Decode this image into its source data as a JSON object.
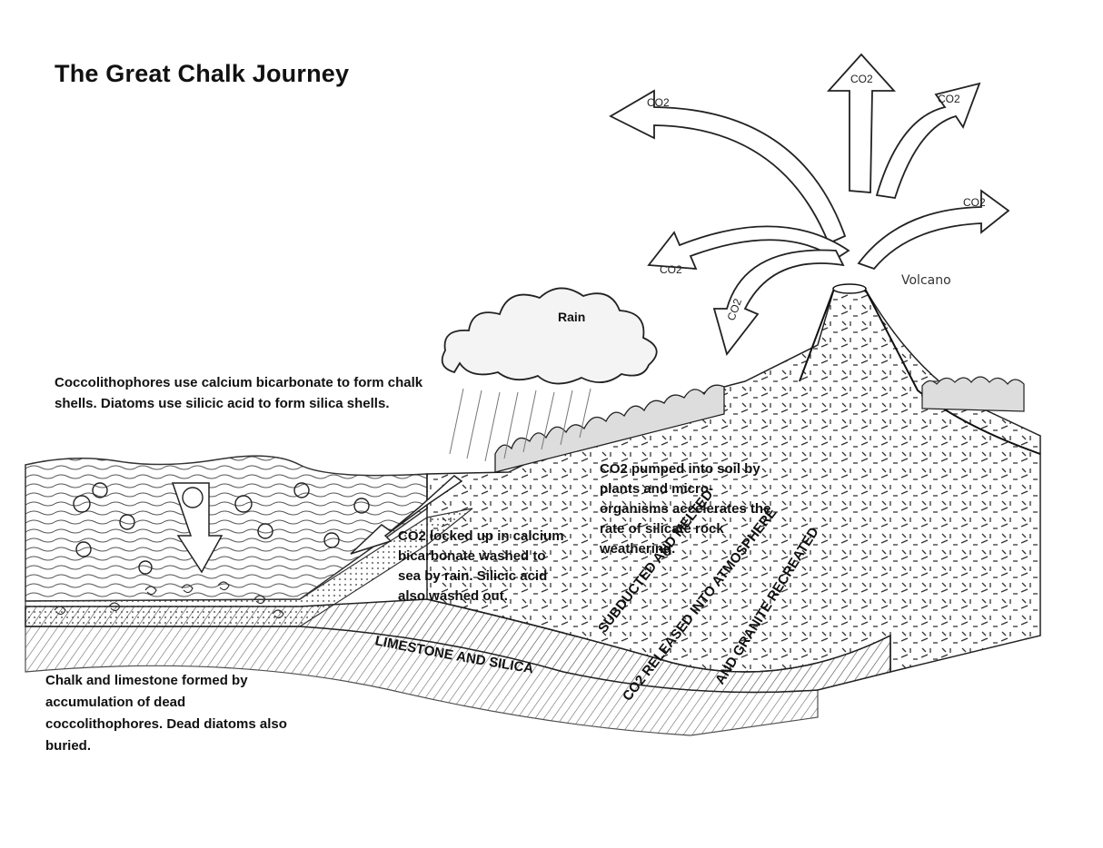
{
  "title": "The Great Chalk Journey",
  "labels": {
    "rain": "Rain",
    "volcano": "Volcano",
    "co2": [
      "CO2",
      "CO2",
      "CO2",
      "CO2",
      "CO2",
      "CO2"
    ]
  },
  "captions": {
    "coccolithophores": "Coccolithophores use calcium bicarbonate to form chalk shells.  Diatoms use silicic acid to form silica shells.",
    "chalk_limestone": "Chalk and limestone formed by accumulation of dead coccolithophores. Dead diatoms also buried.",
    "co2_locked": "CO2 locked up in calcium bicarbonate washed to sea by rain. Silicic acid also washed out.",
    "co2_pumped": "CO2  pumped into soil by plants and micro-organisms accelerates the rate of silicate rock weathering."
  },
  "band_labels": {
    "limestone_silica": "LIMESTONE AND SILICA SUBDUCTED AND MELTED",
    "co2_released": "CO2 RELEASED INTO ATMOSPHERE",
    "granite": "AND GRANITE RECREATED"
  }
}
